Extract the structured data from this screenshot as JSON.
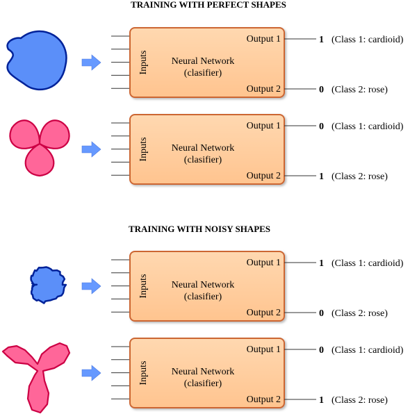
{
  "sections": [
    {
      "title": "TRAINING WITH PERFECT SHAPES",
      "rows": [
        {
          "shape": "cardioid",
          "style": "perfect",
          "color": "#5b8ff9",
          "inputs_label": "Inputs",
          "network_label": "Neural Network",
          "network_sublabel": "(clasifier)",
          "output1_label": "Output 1",
          "output2_label": "Output 2",
          "output1_value": "1",
          "output1_class": "(Class 1: cardioid)",
          "output2_value": "0",
          "output2_class": "(Class 2: rose)"
        },
        {
          "shape": "rose",
          "style": "perfect",
          "color": "#ff6699",
          "inputs_label": "Inputs",
          "network_label": "Neural Network",
          "network_sublabel": "(clasifier)",
          "output1_label": "Output 1",
          "output2_label": "Output 2",
          "output1_value": "0",
          "output1_class": "(Class 1: cardioid)",
          "output2_value": "1",
          "output2_class": "(Class 2: rose)"
        }
      ]
    },
    {
      "title": "TRAINING WITH NOISY SHAPES",
      "rows": [
        {
          "shape": "cardioid",
          "style": "noisy",
          "color": "#5b8ff9",
          "inputs_label": "Inputs",
          "network_label": "Neural Network",
          "network_sublabel": "(clasifier)",
          "output1_label": "Output 1",
          "output2_label": "Output 2",
          "output1_value": "1",
          "output1_class": "(Class 1: cardioid)",
          "output2_value": "0",
          "output2_class": "(Class 2: rose)"
        },
        {
          "shape": "rose",
          "style": "noisy",
          "color": "#ff6699",
          "inputs_label": "Inputs",
          "network_label": "Neural Network",
          "network_sublabel": "(clasifier)",
          "output1_label": "Output 1",
          "output2_label": "Output 2",
          "output1_value": "0",
          "output1_class": "(Class 1: cardioid)",
          "output2_value": "1",
          "output2_class": "(Class 2: rose)"
        }
      ]
    }
  ],
  "colors": {
    "box_fill": "#ffcc99",
    "box_stroke": "#cc6633",
    "arrow": "#6699ff",
    "cardioid_stroke": "#002299",
    "rose_stroke": "#cc0044"
  }
}
